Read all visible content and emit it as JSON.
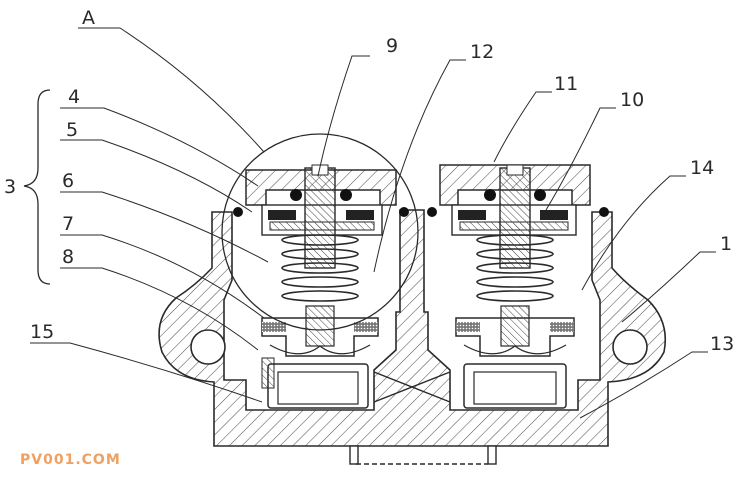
{
  "labels": {
    "A": "A",
    "n1": "1",
    "n3": "3",
    "n4": "4",
    "n5": "5",
    "n6": "6",
    "n7": "7",
    "n8": "8",
    "n9": "9",
    "n10": "10",
    "n11": "11",
    "n12": "12",
    "n13": "13",
    "n14": "14",
    "n15": "15"
  },
  "watermark": "PV001.COM",
  "colors": {
    "line": "#2a2a2a",
    "hatch": "#555555",
    "watermark": "#f0a060",
    "background": "#ffffff"
  }
}
